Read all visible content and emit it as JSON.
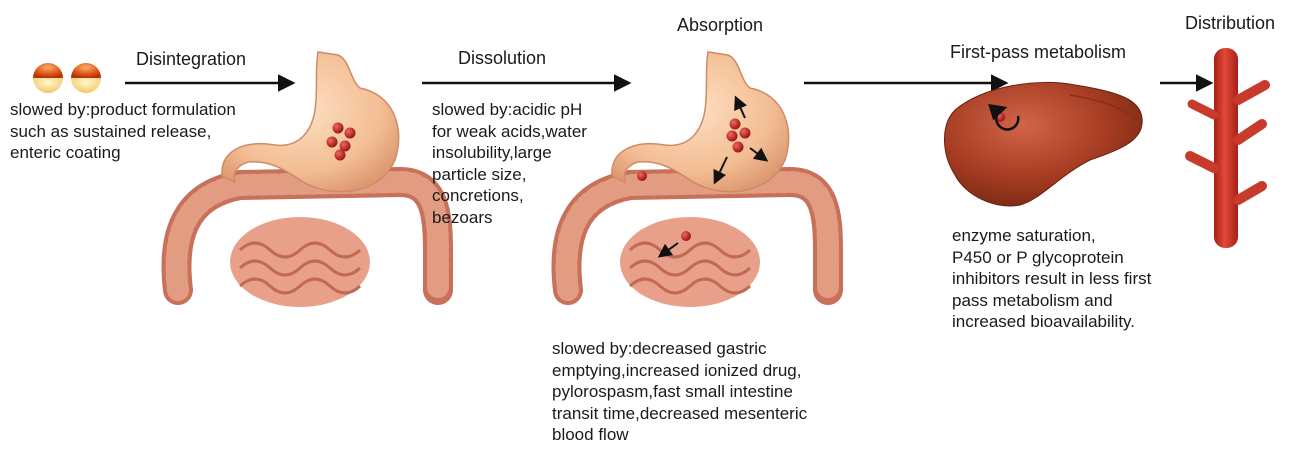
{
  "stages": {
    "disintegration": "Disintegration",
    "dissolution": "Dissolution",
    "absorption": "Absorption",
    "first_pass": "First-pass metabolism",
    "distribution": "Distribution"
  },
  "notes": {
    "disintegration": [
      "slowed by:product formulation",
      "such as sustained release,",
      "enteric coating"
    ],
    "dissolution": [
      "slowed by:acidic pH",
      "for weak acids,water",
      "insolubility,large",
      "particle size,",
      "concretions,",
      "bezoars"
    ],
    "absorption": [
      "slowed by:decreased gastric",
      "emptying,increased ionized drug,",
      "pylorospasm,fast small intestine",
      "transit time,decreased mesenteric",
      "blood flow"
    ],
    "first_pass": [
      "enzyme saturation,",
      "P450 or P glycoprotein",
      "inhibitors result in less first",
      "pass metabolism and",
      "increased bioavailability."
    ]
  },
  "colors": {
    "stomach": "#f3c29c",
    "intestine": "#d9826a",
    "drug": "#c8282a",
    "liver": "#a63c22",
    "vessel": "#d2392b",
    "arrow": "#111111"
  },
  "icons": {
    "capsule": "capsule-icon",
    "stomach": "stomach-icon",
    "liver": "liver-icon",
    "vessel": "blood-vessel-icon"
  }
}
